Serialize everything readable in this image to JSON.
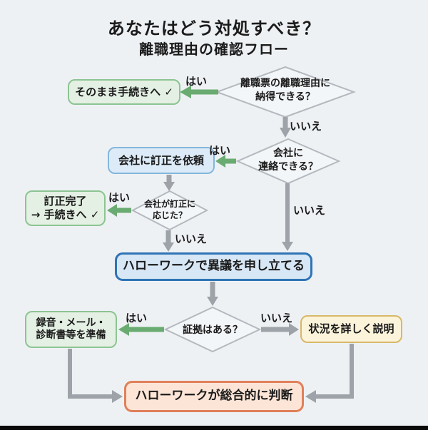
{
  "page": {
    "title": "あなたはどう対処すべき？",
    "subtitle": "離職理由の確認フロー"
  },
  "edge_labels": {
    "yes": "はい",
    "no": "いいえ"
  },
  "decisions": {
    "satisfied": {
      "line1": "離職票の離職理由に",
      "line2": "納得できる？"
    },
    "contactable": {
      "line1": "会社に",
      "line2": "連絡できる？"
    },
    "corrected": {
      "line1": "会社が訂正に",
      "line2": "応じた？"
    },
    "evidence": {
      "line1": "証拠はある？"
    }
  },
  "nodes": {
    "proceed": {
      "text": "そのまま手続きへ ✓"
    },
    "request_correction": {
      "text": "会社に訂正を依頼"
    },
    "correction_done": {
      "line1": "訂正完了",
      "line2": "→ 手続きへ ✓"
    },
    "objection": {
      "text": "ハローワークで異議を申し立てる"
    },
    "prepare_evidence": {
      "line1": "録音・メール・",
      "line2": "診断書等を準備"
    },
    "explain_situation": {
      "text": "状況を詳しく説明"
    },
    "final_judgment": {
      "text": "ハローワークが総合的に判断"
    }
  },
  "colors": {
    "background": "#eef1f4",
    "text": "#1b1b1b",
    "arrow_green": "#6aab71",
    "arrow_gray": "#9da3a8",
    "diamond_fill": "#f3f6f8",
    "diamond_border": "#b3b9be",
    "green_box_fill": "#e4f0e3",
    "green_box_border": "#8cc492",
    "blue_box_fill": "#dcebf7",
    "blue_box_border": "#84b6dc",
    "objection_fill": "#d8e7f5",
    "objection_border": "#2e74b6",
    "yellow_box_fill": "#fbf3da",
    "yellow_box_border": "#d8b868",
    "final_box_fill": "#fce5d7",
    "final_box_border": "#e0805a",
    "bottom_bar": "#0a0a0a"
  }
}
